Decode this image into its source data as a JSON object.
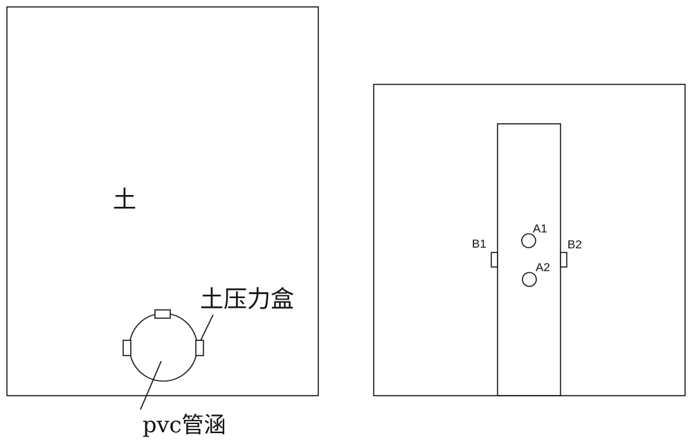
{
  "left_panel": {
    "soil_label": "土",
    "pressure_cell_label": "土压力盒",
    "culvert_label": "pvc管涵"
  },
  "right_panel": {
    "markers": {
      "A1": "A1",
      "A2": "A2",
      "B1": "B1",
      "B2": "B2"
    }
  }
}
